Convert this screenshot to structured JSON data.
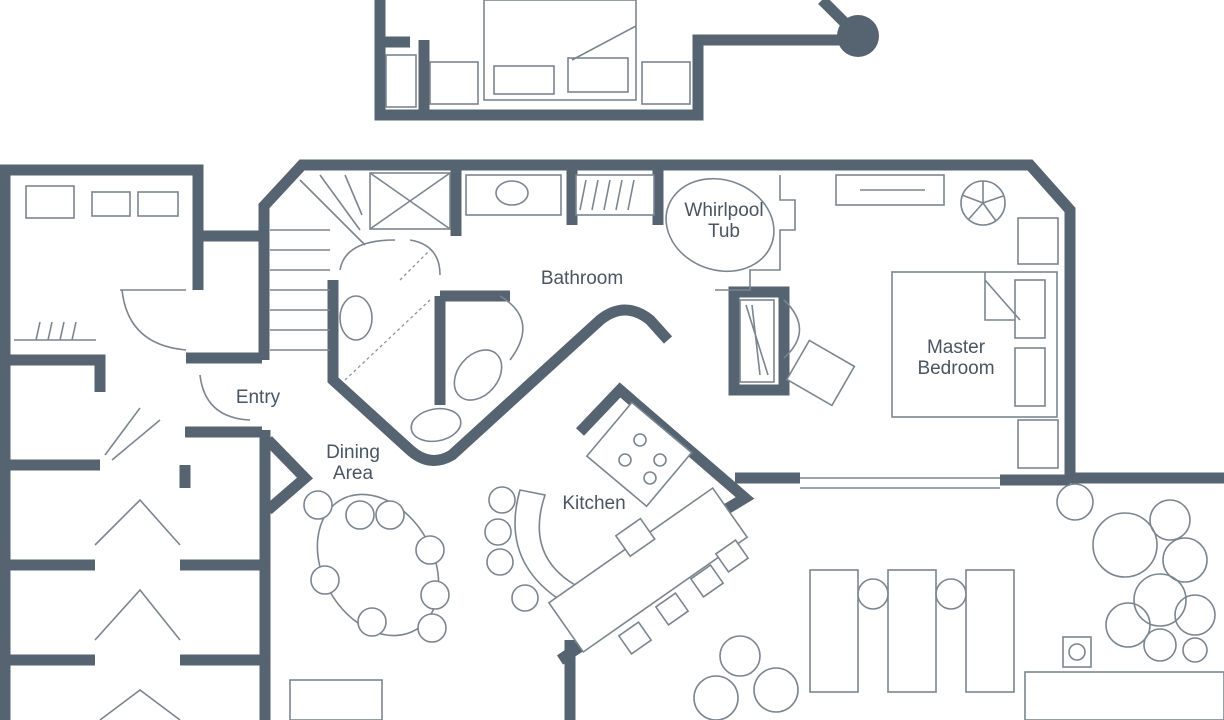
{
  "colors": {
    "wall": "#566370",
    "furniture": "#7b858f",
    "background": "#ffffff"
  },
  "rooms": {
    "whirlpool_line1": "Whirlpool",
    "whirlpool_line2": "Tub",
    "bathroom": "Bathroom",
    "master_line1": "Master",
    "master_line2": "Bedroom",
    "entry": "Entry",
    "dining_line1": "Dining",
    "dining_line2": "Area",
    "kitchen": "Kitchen"
  }
}
